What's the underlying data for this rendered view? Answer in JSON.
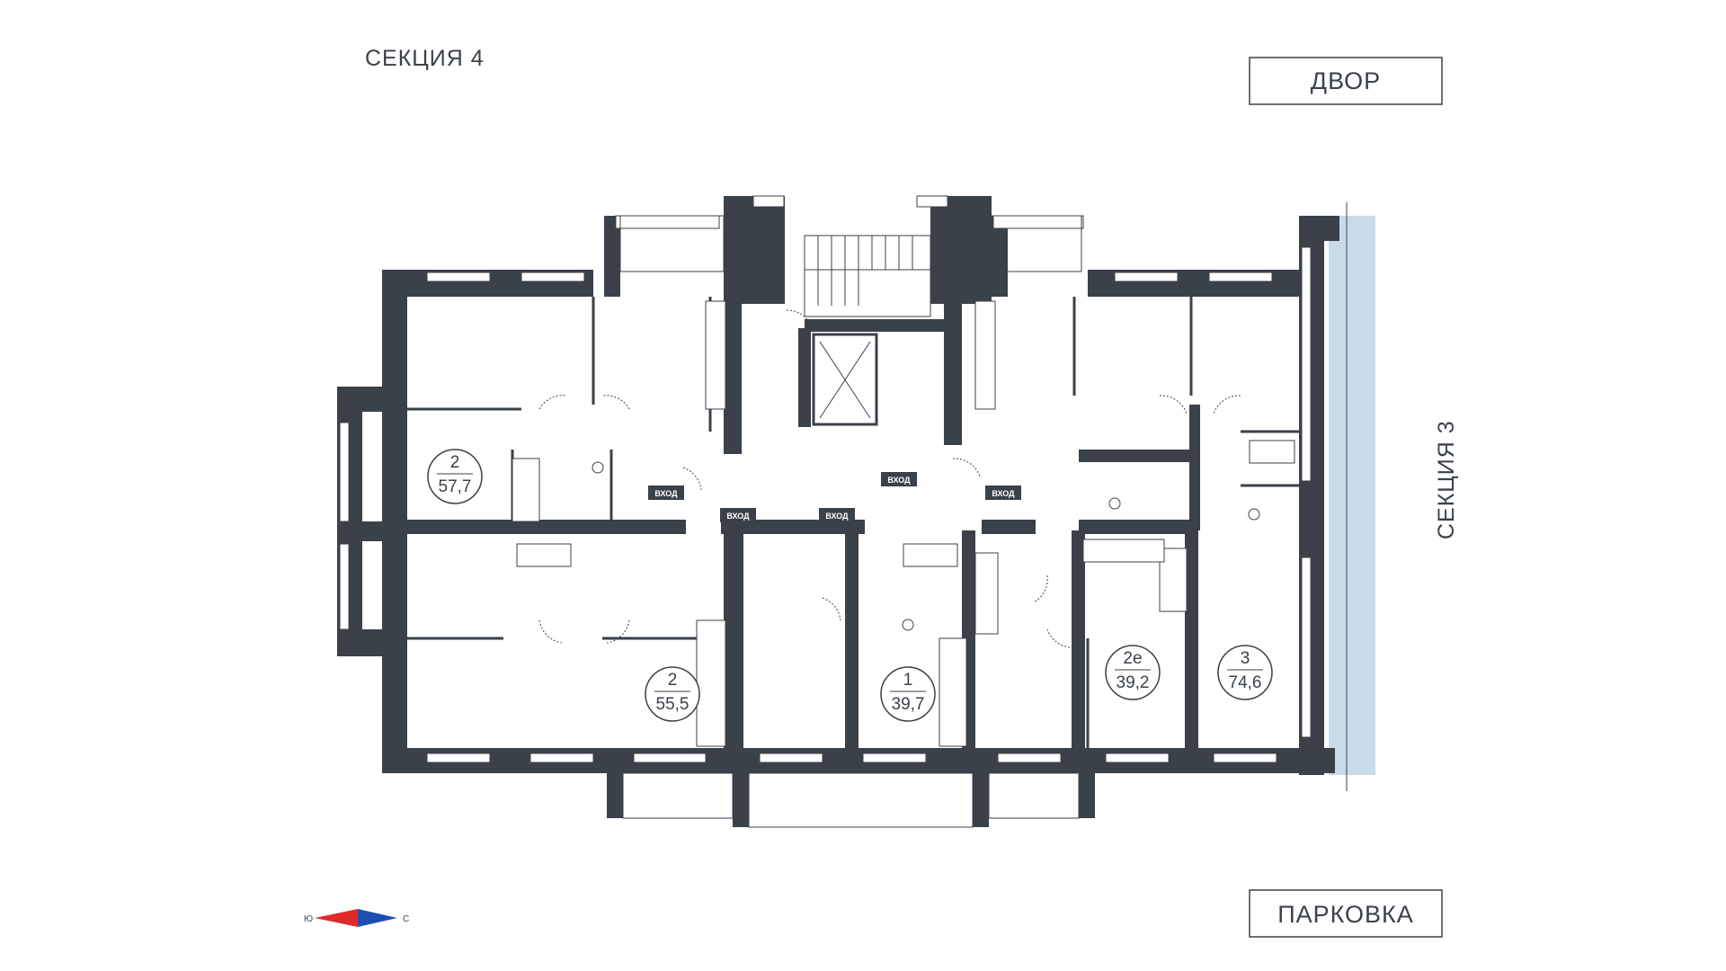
{
  "headings": {
    "section_left": "СЕКЦИЯ 4",
    "section_right": "СЕКЦИЯ 3"
  },
  "boxes": {
    "yard": "ДВОР",
    "parking": "ПАРКОВКА"
  },
  "apartments": [
    {
      "rooms": "2",
      "area": "57,7"
    },
    {
      "rooms": "2",
      "area": "55,5"
    },
    {
      "rooms": "1",
      "area": "39,7"
    },
    {
      "rooms": "2е",
      "area": "39,2"
    },
    {
      "rooms": "3",
      "area": "74,6"
    }
  ],
  "entries": [
    "ВХОД",
    "ВХОД",
    "ВХОД",
    "ВХОД",
    "ВХОД"
  ],
  "compass": {
    "south": "Ю",
    "north": "С",
    "south_color": "#e02a2a",
    "north_color": "#1e4fb0"
  },
  "colors": {
    "wall": "#3b4149",
    "neighbor_strip": "#c9dbe8",
    "tag_bg": "#3b4149"
  }
}
